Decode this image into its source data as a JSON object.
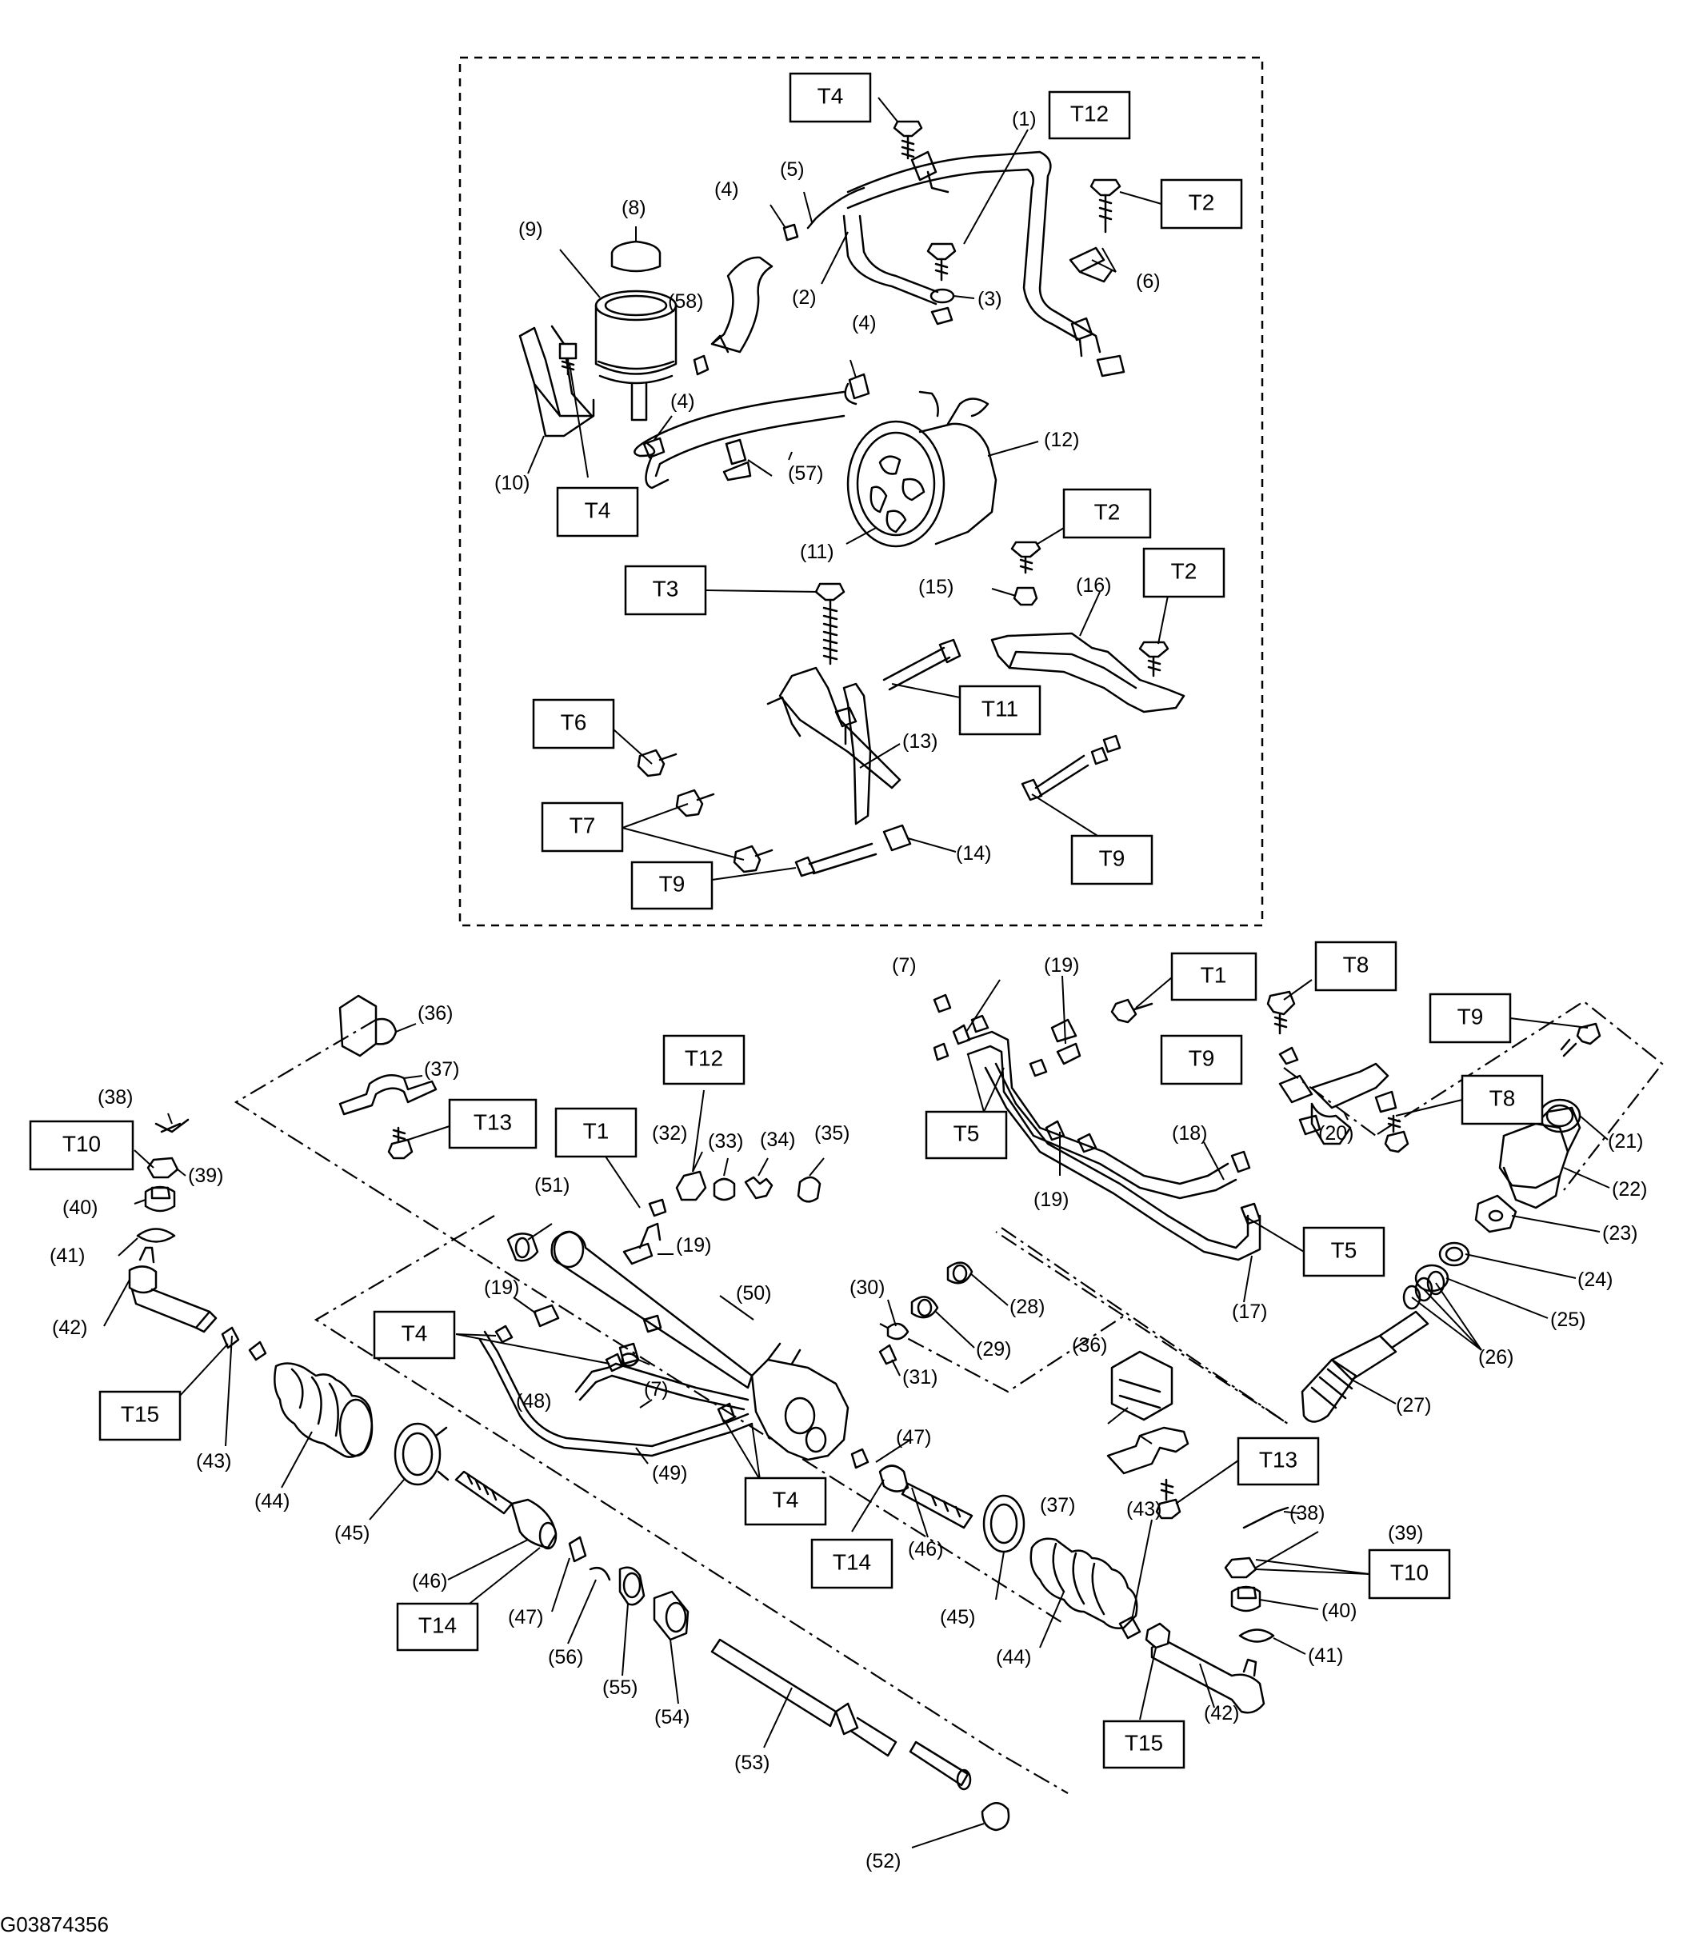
{
  "figure_code": "G03874356",
  "part_labels": {
    "p1": "(1)",
    "p2": "(2)",
    "p3": "(3)",
    "p4a": "(4)",
    "p4b": "(4)",
    "p4c": "(4)",
    "p5": "(5)",
    "p6": "(6)",
    "p7a": "(7)",
    "p7b": "(7)",
    "p8": "(8)",
    "p9": "(9)",
    "p10": "(10)",
    "p11": "(11)",
    "p12": "(12)",
    "p13": "(13)",
    "p14": "(14)",
    "p15": "(15)",
    "p16": "(16)",
    "p17": "(17)",
    "p18": "(18)",
    "p19a": "(19)",
    "p19b": "(19)",
    "p19c": "(19)",
    "p19d": "(19)",
    "p20": "(20)",
    "p21": "(21)",
    "p22": "(22)",
    "p23": "(23)",
    "p24": "(24)",
    "p25": "(25)",
    "p26": "(26)",
    "p27": "(27)",
    "p28": "(28)",
    "p29": "(29)",
    "p30": "(30)",
    "p31": "(31)",
    "p32": "(32)",
    "p33": "(33)",
    "p34": "(34)",
    "p35": "(35)",
    "p36a": "(36)",
    "p36b": "(36)",
    "p37a": "(37)",
    "p37b": "(37)",
    "p38a": "(38)",
    "p38b": "(38)",
    "p39a": "(39)",
    "p39b": "(39)",
    "p40a": "(40)",
    "p40b": "(40)",
    "p41a": "(41)",
    "p41b": "(41)",
    "p42a": "(42)",
    "p42b": "(42)",
    "p43a": "(43)",
    "p43b": "(43)",
    "p44a": "(44)",
    "p44b": "(44)",
    "p45a": "(45)",
    "p45b": "(45)",
    "p46a": "(46)",
    "p46b": "(46)",
    "p47a": "(47)",
    "p47b": "(47)",
    "p48": "(48)",
    "p49": "(49)",
    "p50": "(50)",
    "p51": "(51)",
    "p52": "(52)",
    "p53": "(53)",
    "p54": "(54)",
    "p55": "(55)",
    "p56": "(56)",
    "p57": "(57)",
    "p58": "(58)"
  },
  "torque_labels": {
    "t4a": "T4",
    "t12a": "T12",
    "t2a": "T2",
    "t4b": "T4",
    "t2b": "T2",
    "t3": "T3",
    "t2c": "T2",
    "t11": "T11",
    "t6": "T6",
    "t7": "T7",
    "t9a": "T9",
    "t9b": "T9",
    "t1a": "T1",
    "t8a": "T8",
    "t9c": "T9",
    "t9d": "T9",
    "t8b": "T8",
    "t5a": "T5",
    "t5b": "T5",
    "t10a": "T10",
    "t13a": "T13",
    "t1b": "T1",
    "t12b": "T12",
    "t4c": "T4",
    "t4d": "T4",
    "t15a": "T15",
    "t14a": "T14",
    "t14b": "T14",
    "t13b": "T13",
    "t10b": "T10",
    "t15b": "T15"
  }
}
